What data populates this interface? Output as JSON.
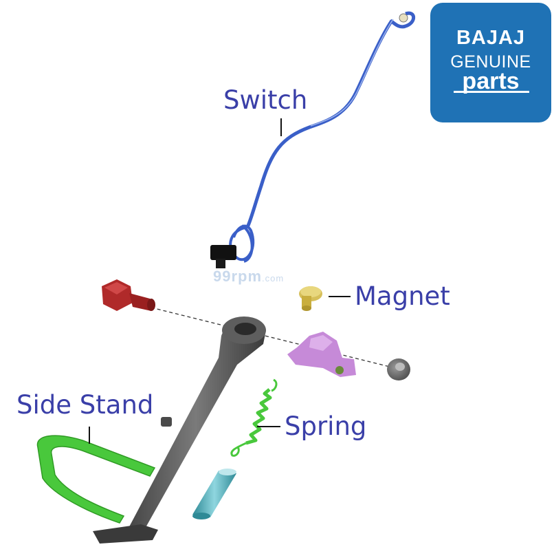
{
  "labels": {
    "switch": "Switch",
    "magnet": "Magnet",
    "side_stand": "Side Stand",
    "spring": "Spring"
  },
  "badge": {
    "brand": "BAJAJ",
    "line1": "GENUINE",
    "line2": "parts"
  },
  "watermark": {
    "text": "99rpm",
    "domain": ".com"
  },
  "colors": {
    "label_text": "#3a3fa8",
    "badge_bg": "#1f72b5",
    "switch_cable": "#3a5fc8",
    "bolt": "#b02a2a",
    "magnet": "#d6bf5a",
    "bracket": "#c68ad8",
    "stand_body": "#5e5e5e",
    "spring": "#49c83c",
    "pin": "#5ab8c4",
    "highlight": "#6fdc4a"
  }
}
